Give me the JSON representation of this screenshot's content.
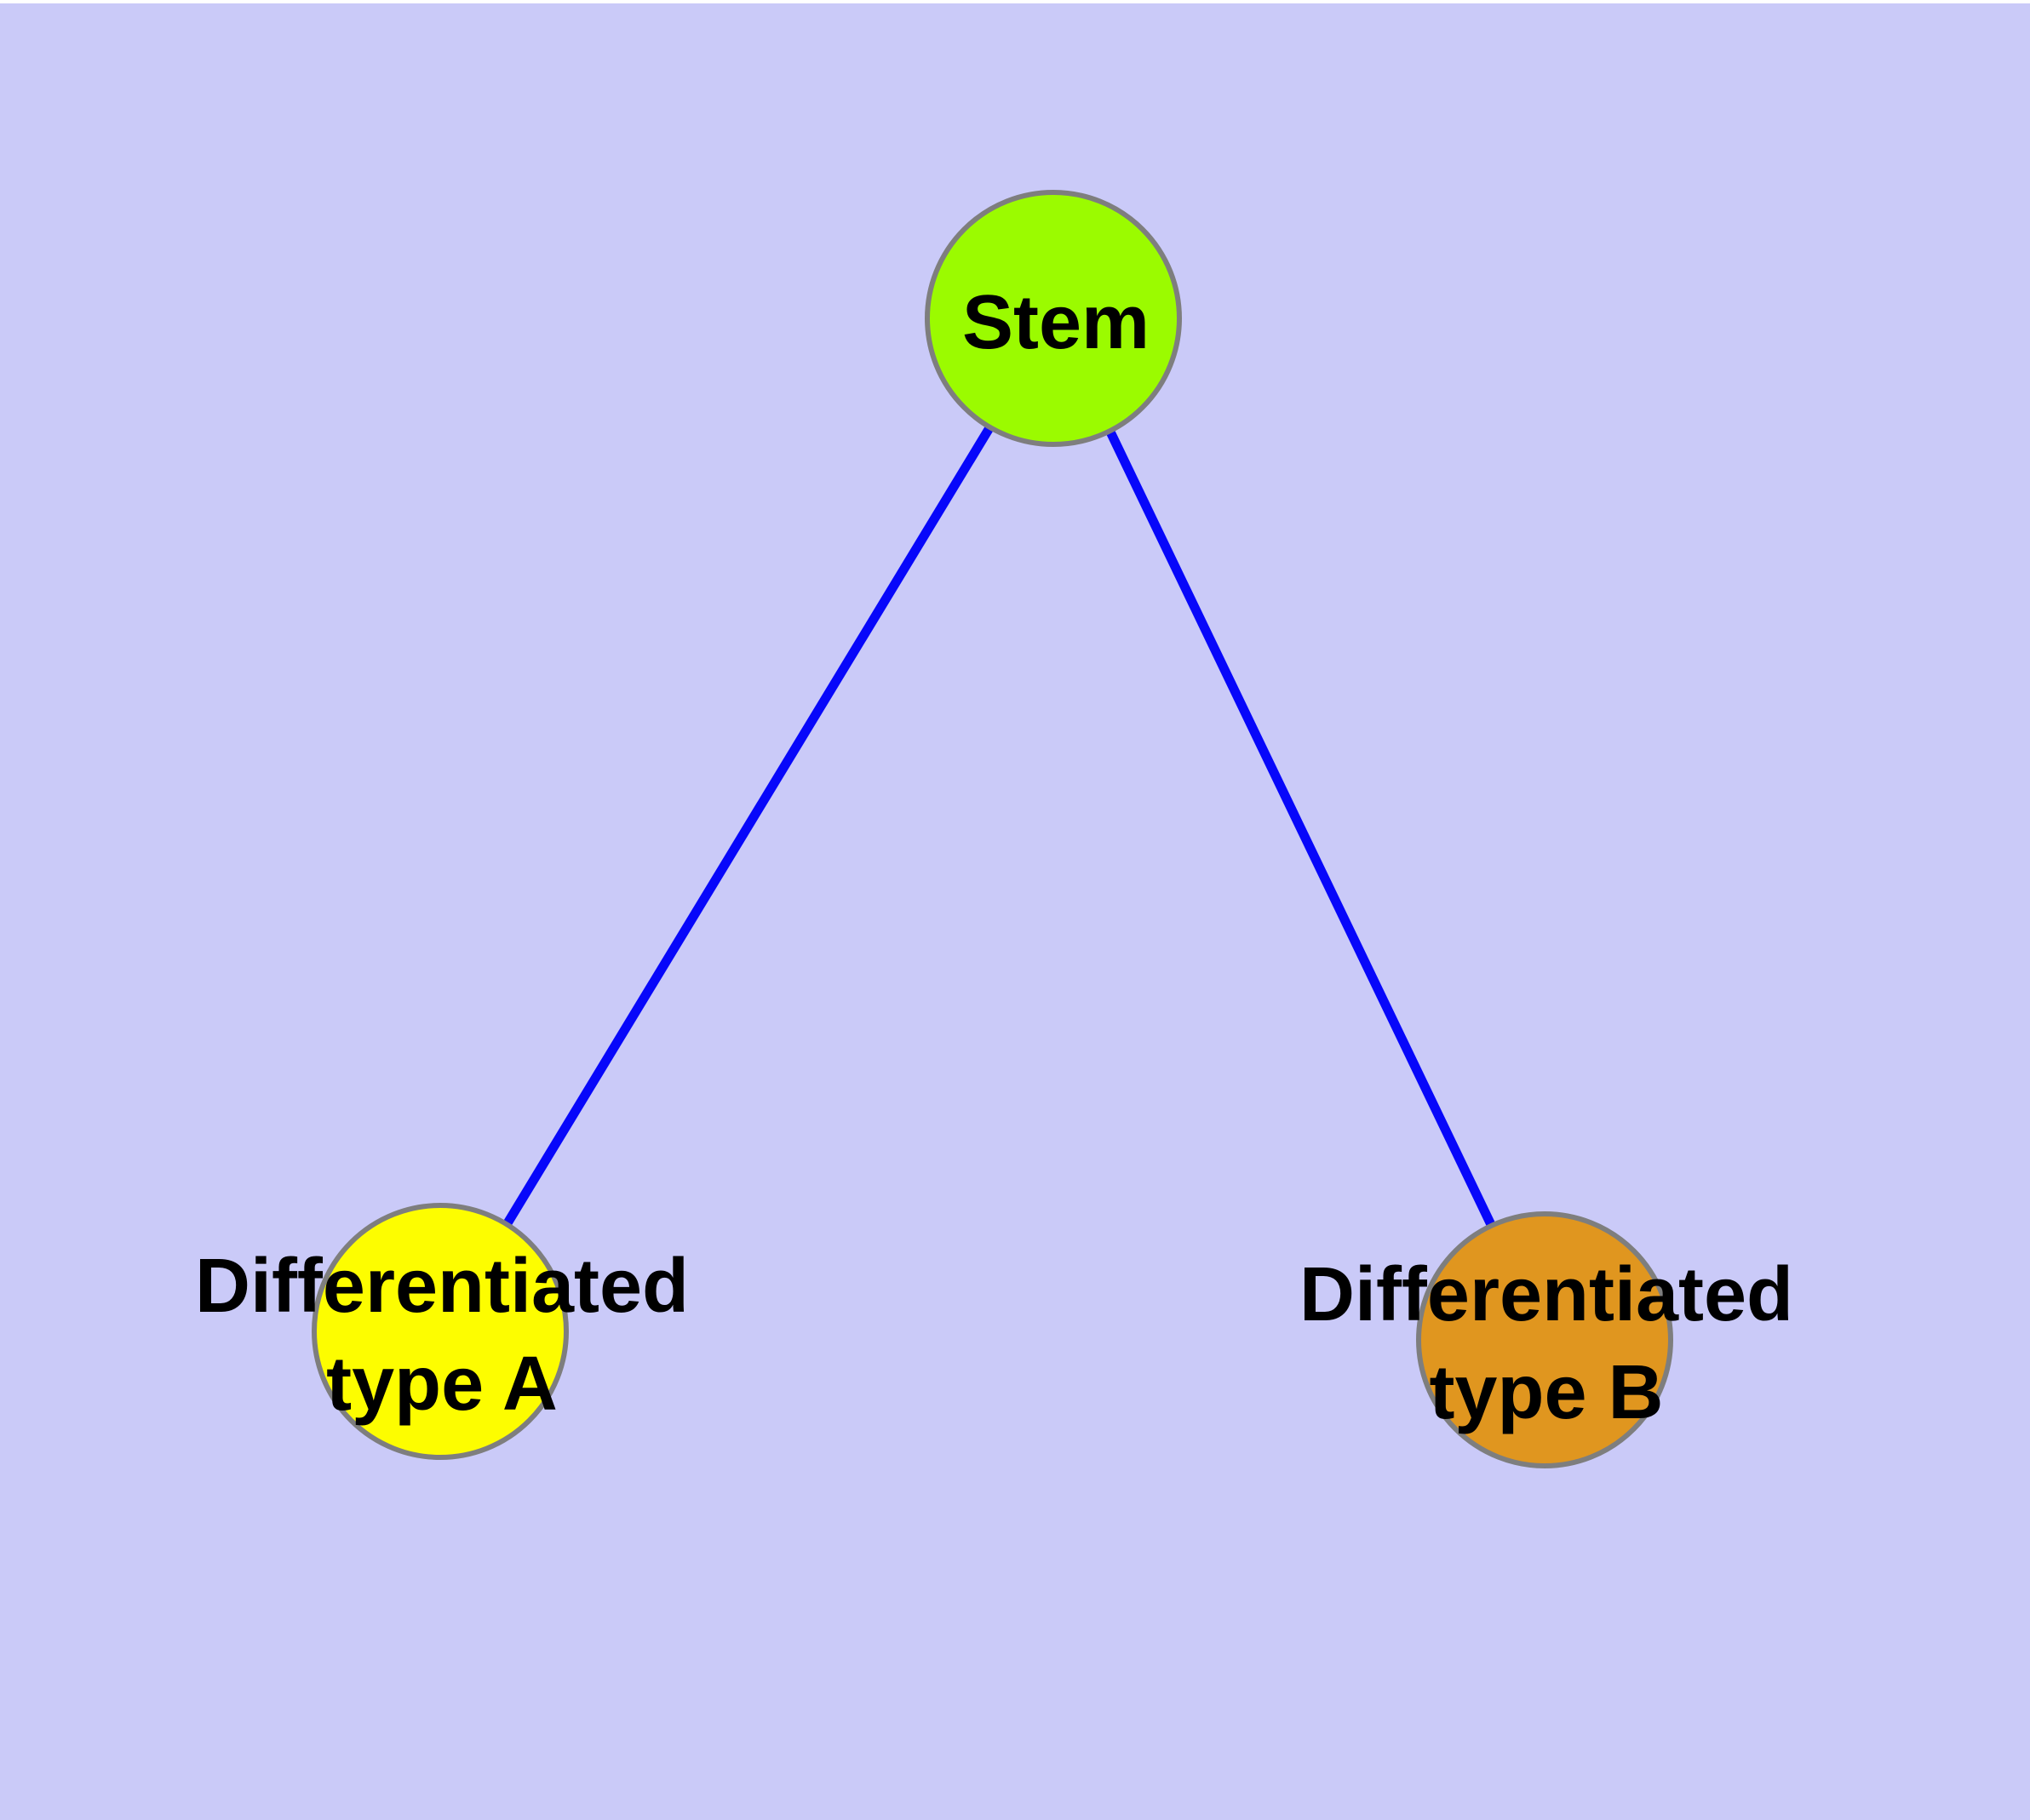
{
  "diagram": {
    "type": "graph",
    "background_color": "#cacaf8",
    "top_margin_color": "#ffffff",
    "edge_color": "#0707fa",
    "node_border_color": "#7e7e7e",
    "nodes": {
      "stem": {
        "label": "Stem",
        "fill": "#9bfb00"
      },
      "type_a": {
        "label": "Differentiated\ntype A",
        "fill": "#fdfd00"
      },
      "type_b": {
        "label": "Differentiated\ntype B",
        "fill": "#e0961f"
      }
    },
    "edges": [
      {
        "from": "Stem",
        "to": "Differentiated type A"
      },
      {
        "from": "Stem",
        "to": "Differentiated type B"
      }
    ]
  }
}
